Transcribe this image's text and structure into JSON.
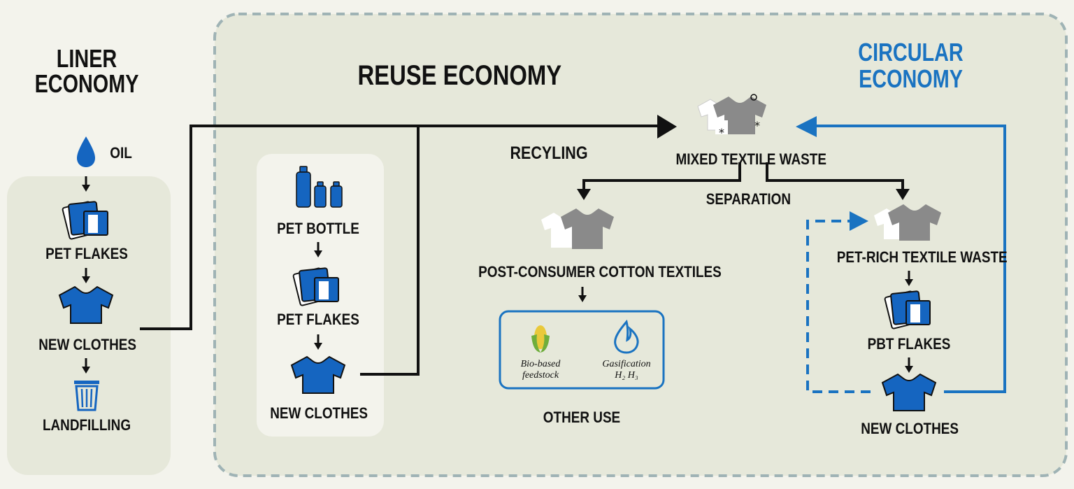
{
  "linear": {
    "title_line1": "LINER",
    "title_line2": "ECONOMY",
    "oil": "OIL",
    "pet_flakes": "PET FLAKES",
    "new_clothes": "NEW CLOTHES",
    "landfilling": "LANDFILLING"
  },
  "reuse": {
    "title": "REUSE ECONOMY",
    "pet_bottle": "PET BOTTLE",
    "pet_flakes": "PET FLAKES",
    "new_clothes": "NEW CLOTHES",
    "recycling": "RECYLING",
    "mixed_waste": "MIXED TEXTILE WASTE",
    "separation": "SEPARATION",
    "cotton": "POST-CONSUMER COTTON TEXTILES",
    "bio_line1": "Bio-based",
    "bio_line2": "feedstock",
    "gas_line1": "Gasification",
    "gas_line2": "H₂ H₃",
    "other_use": "OTHER USE"
  },
  "circular": {
    "title_line1": "CIRCULAR",
    "title_line2": "ECONOMY",
    "pet_rich": "PET-RICH TEXTILE WASTE",
    "pbt_flakes": "PBT FLAKES",
    "new_clothes": "NEW CLOTHES"
  },
  "colors": {
    "background": "#f3f3ec",
    "panel": "#e6e8da",
    "accent_blue": "#1a73c1",
    "icon_blue": "#1565c0",
    "shirt_gray": "#8a8a8a",
    "dashed_border": "#9fb3b5"
  }
}
